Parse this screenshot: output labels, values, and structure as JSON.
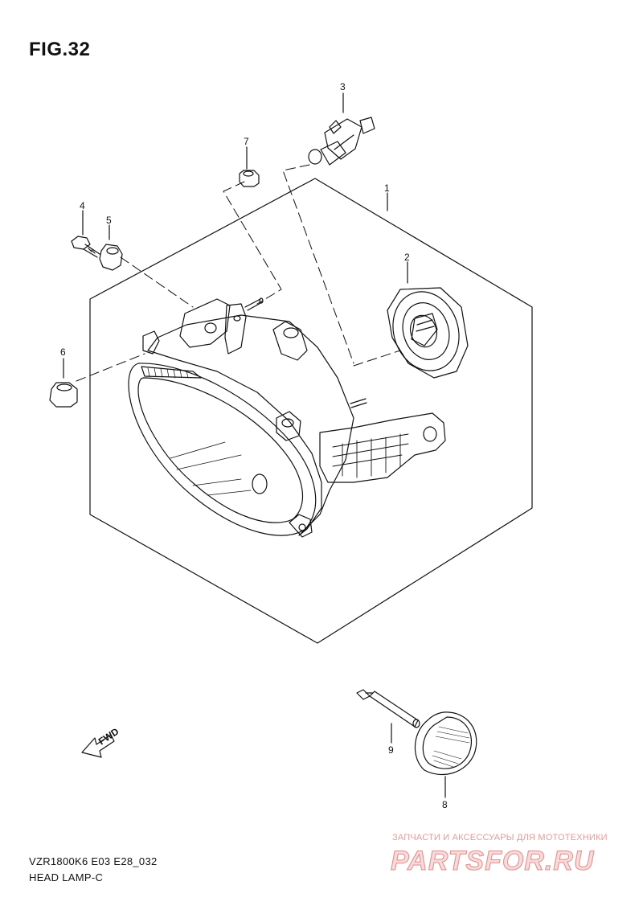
{
  "figure": {
    "title": "FIG.32",
    "code": "VZR1800K6 E03 E28_032",
    "name": "HEAD LAMP-C"
  },
  "callouts": [
    "1",
    "2",
    "3",
    "4",
    "5",
    "6",
    "7",
    "8",
    "9"
  ],
  "icons": {
    "fwd": "fwd-arrow-icon",
    "fwd_label": "FWD"
  },
  "watermark": {
    "tagline": "ЗАПЧАСТИ И АКСЕССУАРЫ ДЛЯ МОТОТЕХНИКИ",
    "logo": "PARTSFOR.RU"
  },
  "colors": {
    "line": "#111111",
    "watermark": "#e48a8a"
  }
}
